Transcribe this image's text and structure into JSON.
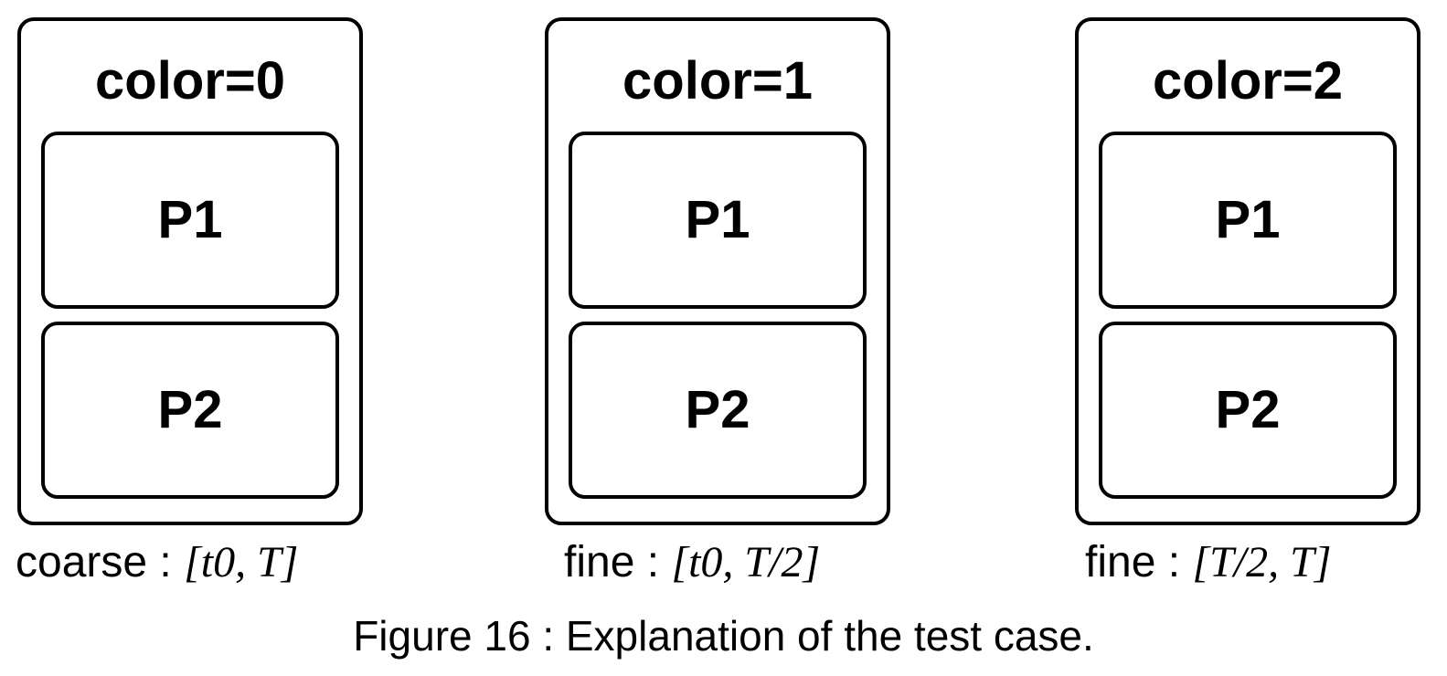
{
  "groups": [
    {
      "color_label": "color=0",
      "processes": [
        "P1",
        "P2"
      ],
      "time_word": "coarse : ",
      "time_interval": "[t0, T]"
    },
    {
      "color_label": "color=1",
      "processes": [
        "P1",
        "P2"
      ],
      "time_word": "fine : ",
      "time_interval": "[t0, T/2]"
    },
    {
      "color_label": "color=2",
      "processes": [
        "P1",
        "P2"
      ],
      "time_word": "fine : ",
      "time_interval": "[T/2, T]"
    }
  ],
  "caption": "Figure 16 : Explanation of the test case."
}
